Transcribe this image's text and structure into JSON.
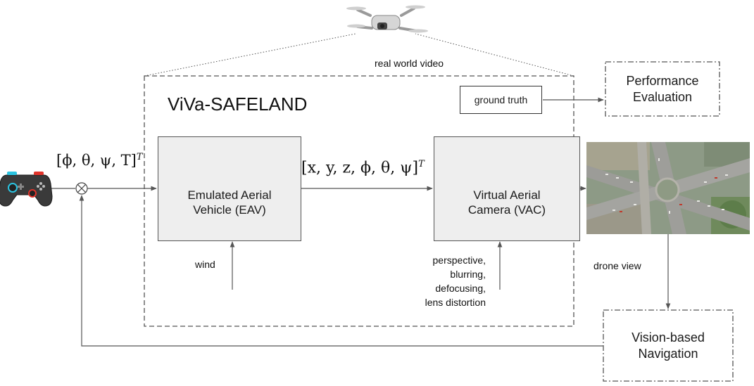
{
  "drone_caption": "real world video",
  "system_title": "ViVa-SAFELAND",
  "ground_truth": "ground truth",
  "performance": {
    "line1": "Performance",
    "line2": "Evaluation"
  },
  "input_vector": {
    "body": "[ϕ, θ, ψ, T]",
    "sup": "T"
  },
  "state_vector": {
    "body": "[x, y, z, ϕ, θ, ψ]",
    "sup": "T"
  },
  "eav": {
    "line1": "Emulated Aerial",
    "line2": "Vehicle (EAV)"
  },
  "vac": {
    "line1": "Virtual Aerial",
    "line2": "Camera (VAC)"
  },
  "wind": "wind",
  "camera_effects": [
    "perspective,",
    "blurring,",
    "defocusing,",
    "lens distortion"
  ],
  "drone_view": "drone view",
  "navigation": {
    "line1": "Vision-based",
    "line2": "Navigation"
  },
  "colors": {
    "block_fill": "#eeeeee",
    "line": "#555555",
    "controller": "#3a3a3a",
    "controller_accent_cyan": "#2bc3e0",
    "controller_accent_red": "#e0342b"
  },
  "icons": [
    "drone-icon",
    "gamepad-icon",
    "camera-icon",
    "summing-junction-icon",
    "aerial-intersection-photo"
  ]
}
